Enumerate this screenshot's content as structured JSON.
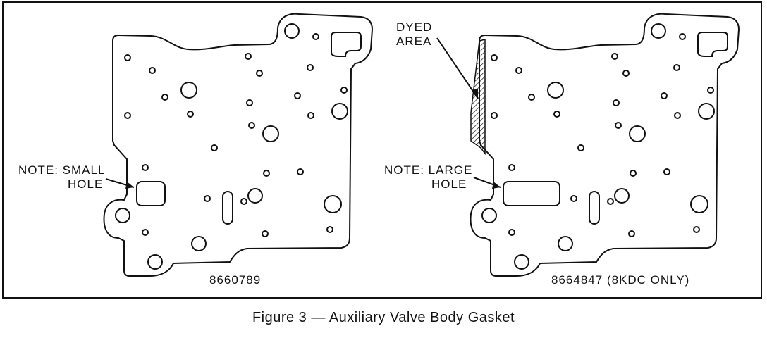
{
  "left_gasket": {
    "part_number": "8660789",
    "note_line1": "NOTE: SMALL",
    "note_line2": "HOLE"
  },
  "right_gasket": {
    "part_number": "8664847 (8KDC ONLY)",
    "note_line1": "NOTE: LARGE",
    "note_line2": "HOLE",
    "dyed_line1": "DYED",
    "dyed_line2": "AREA"
  },
  "caption": "Figure 3 — Auxiliary Valve Body Gasket"
}
